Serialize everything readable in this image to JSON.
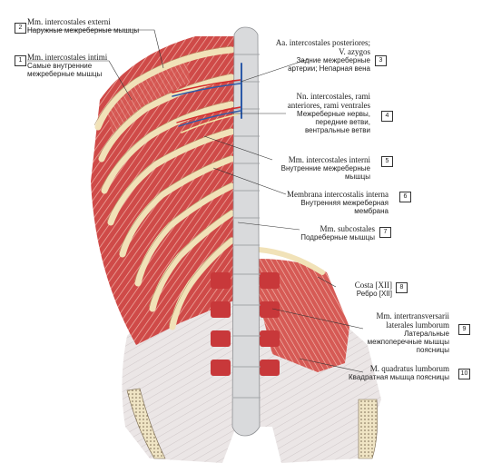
{
  "labels": [
    {
      "num": "2",
      "latin": "Mm. intercostales externi",
      "russian": "Наружные межреберные мышцы"
    },
    {
      "num": "1",
      "latin": "Mm. intercostales intimi",
      "russian": "Самые внутренние межреберные мышцы"
    },
    {
      "num": "3",
      "latin": "Aa. intercostales posteriores; V. azygos",
      "russian": "Задние межреберные артерии; Непарная вена"
    },
    {
      "num": "4",
      "latin": "Nn. intercostales, rami anteriores, rami ventrales",
      "russian": "Межреберные нервы, передние ветви, вентральные ветви"
    },
    {
      "num": "5",
      "latin": "Mm. intercostales interni",
      "russian": "Внутренние межреберные мышцы"
    },
    {
      "num": "6",
      "latin": "Membrana intercostalis interna",
      "russian": "Внутренняя межреберная мембрана"
    },
    {
      "num": "7",
      "latin": "Mm. subcostales",
      "russian": "Подреберные мышцы"
    },
    {
      "num": "8",
      "latin": "Costa [XII]",
      "russian": "Ребро [XII]"
    },
    {
      "num": "9",
      "latin": "Mm. intertransversarii laterales lumborum",
      "russian": "Латеральные межпоперечные мышцы поясницы"
    },
    {
      "num": "10",
      "latin": "M. quadratus lumborum",
      "russian": "Квадратная мышца поясницы"
    }
  ],
  "colors": {
    "muscle": "#c8383a",
    "muscle_light": "#e07a70",
    "fascia": "#e8e4e4",
    "bone": "#f1e2b8",
    "vertebra": "#d9dadc",
    "vessel_red": "#d42a2a",
    "vessel_blue": "#2c5aa8",
    "nerve": "#f3e7a8"
  }
}
